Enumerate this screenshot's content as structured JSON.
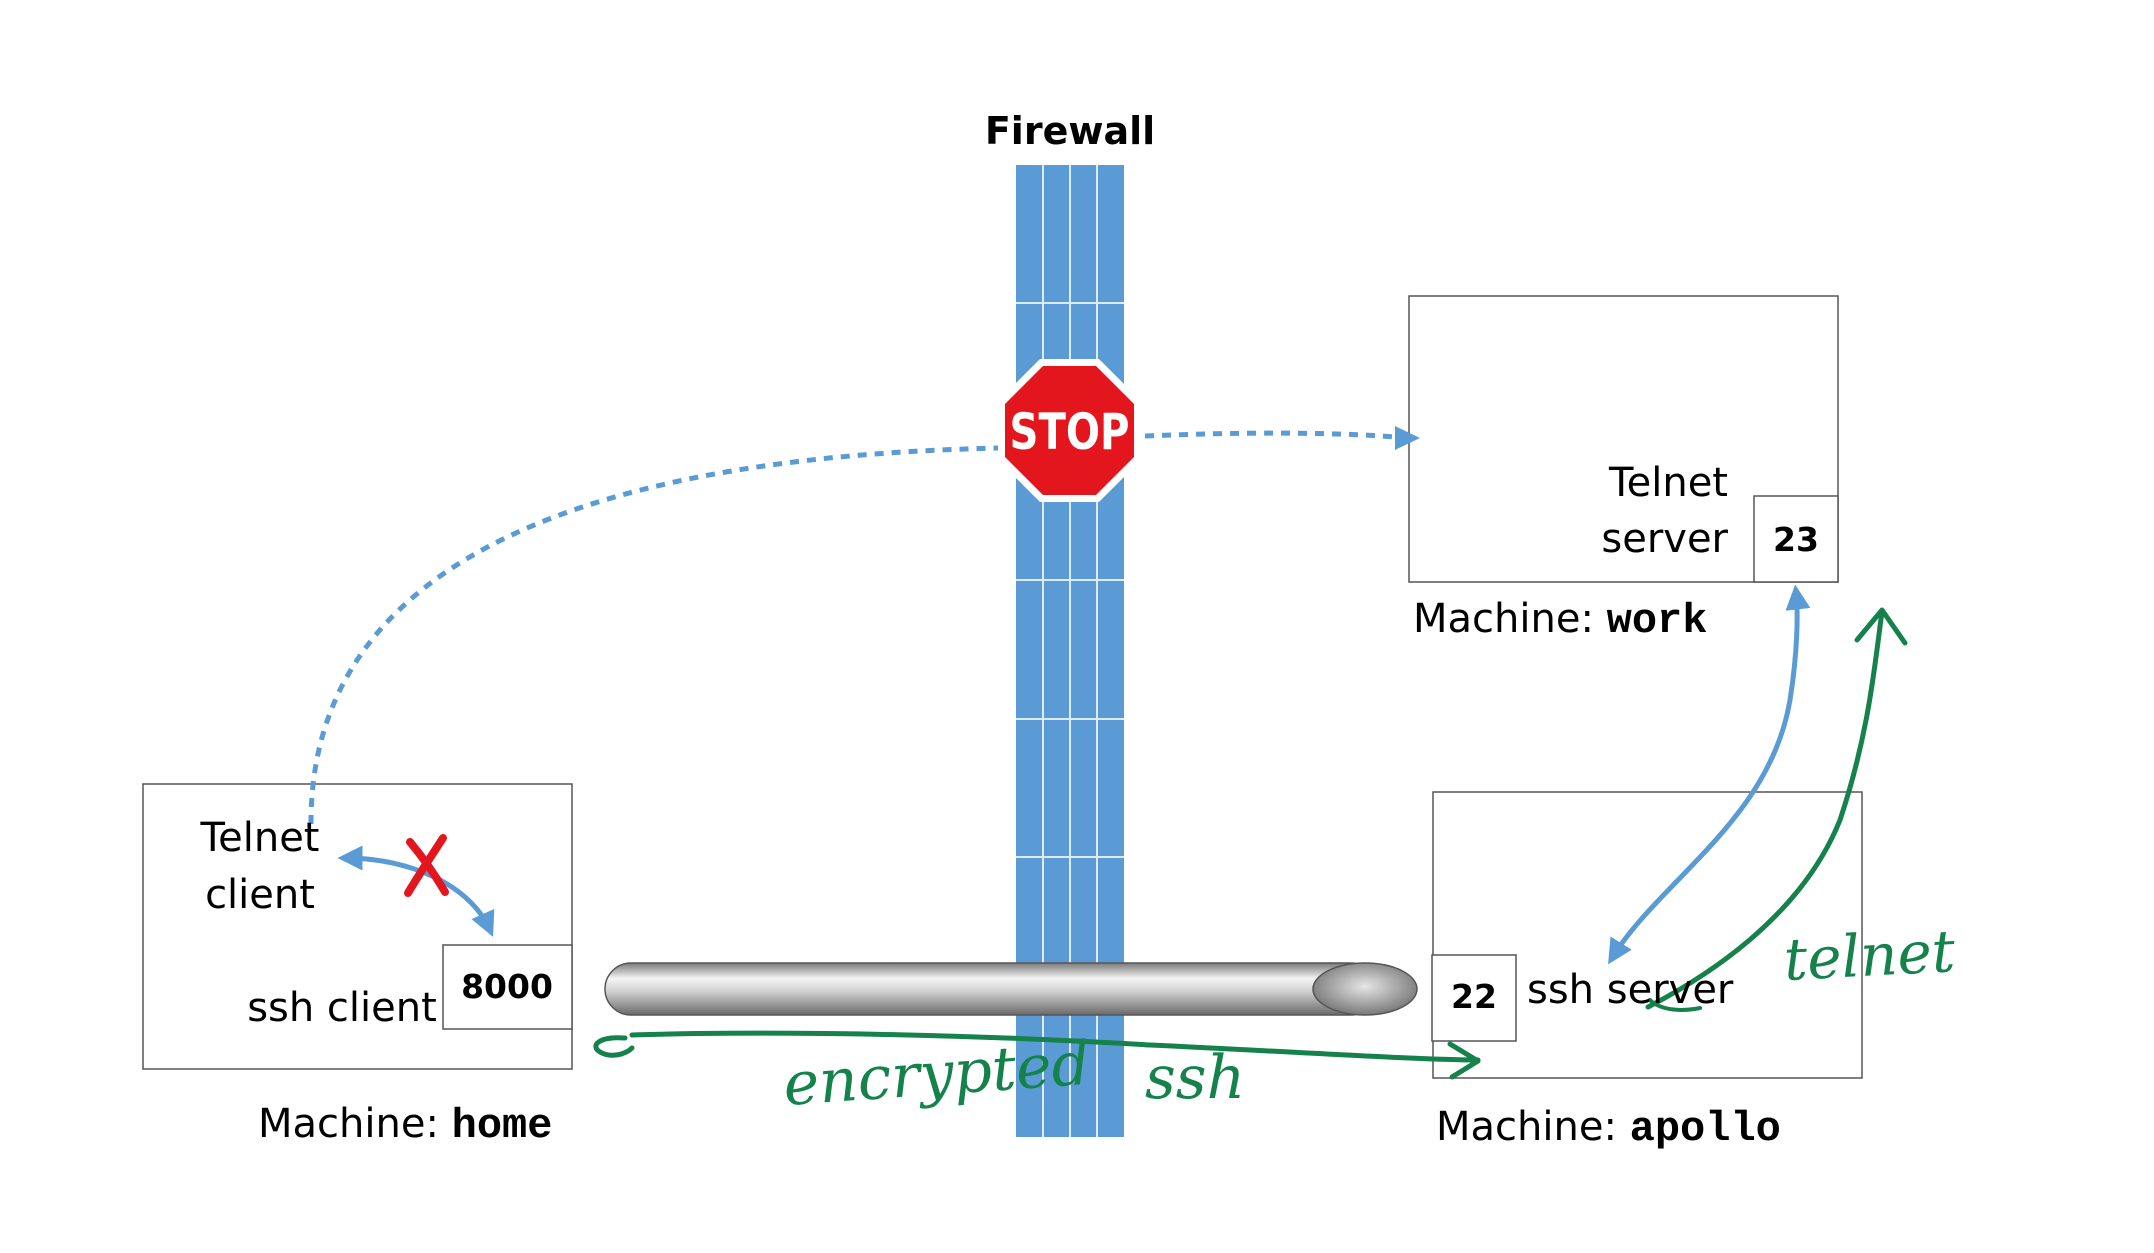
{
  "firewall": {
    "label": "Firewall",
    "color": "#5b9bd5",
    "border_color": "#ffffff"
  },
  "stop_sign": {
    "text": "STOP",
    "color": "#e3161d",
    "text_color": "#ffffff"
  },
  "machines": {
    "home": {
      "prefix": "Machine: ",
      "name": "home",
      "telnet_label_line1": "Telnet",
      "telnet_label_line2": "client",
      "ssh_label": "ssh client",
      "port": "8000"
    },
    "work": {
      "prefix": "Machine: ",
      "name": "work",
      "telnet_label_line1": "Telnet",
      "telnet_label_line2": "server",
      "port": "23"
    },
    "apollo": {
      "prefix": "Machine: ",
      "name": "apollo",
      "ssh_label": "ssh server",
      "port": "22"
    }
  },
  "annotations": {
    "encrypted": "encrypted",
    "ssh": "ssh",
    "telnet": "telnet"
  },
  "colors": {
    "blue_arrow": "#5b9bd5",
    "green_ink": "#14824a",
    "red_x": "#e3161d",
    "tunnel": "#b8b8b8"
  }
}
